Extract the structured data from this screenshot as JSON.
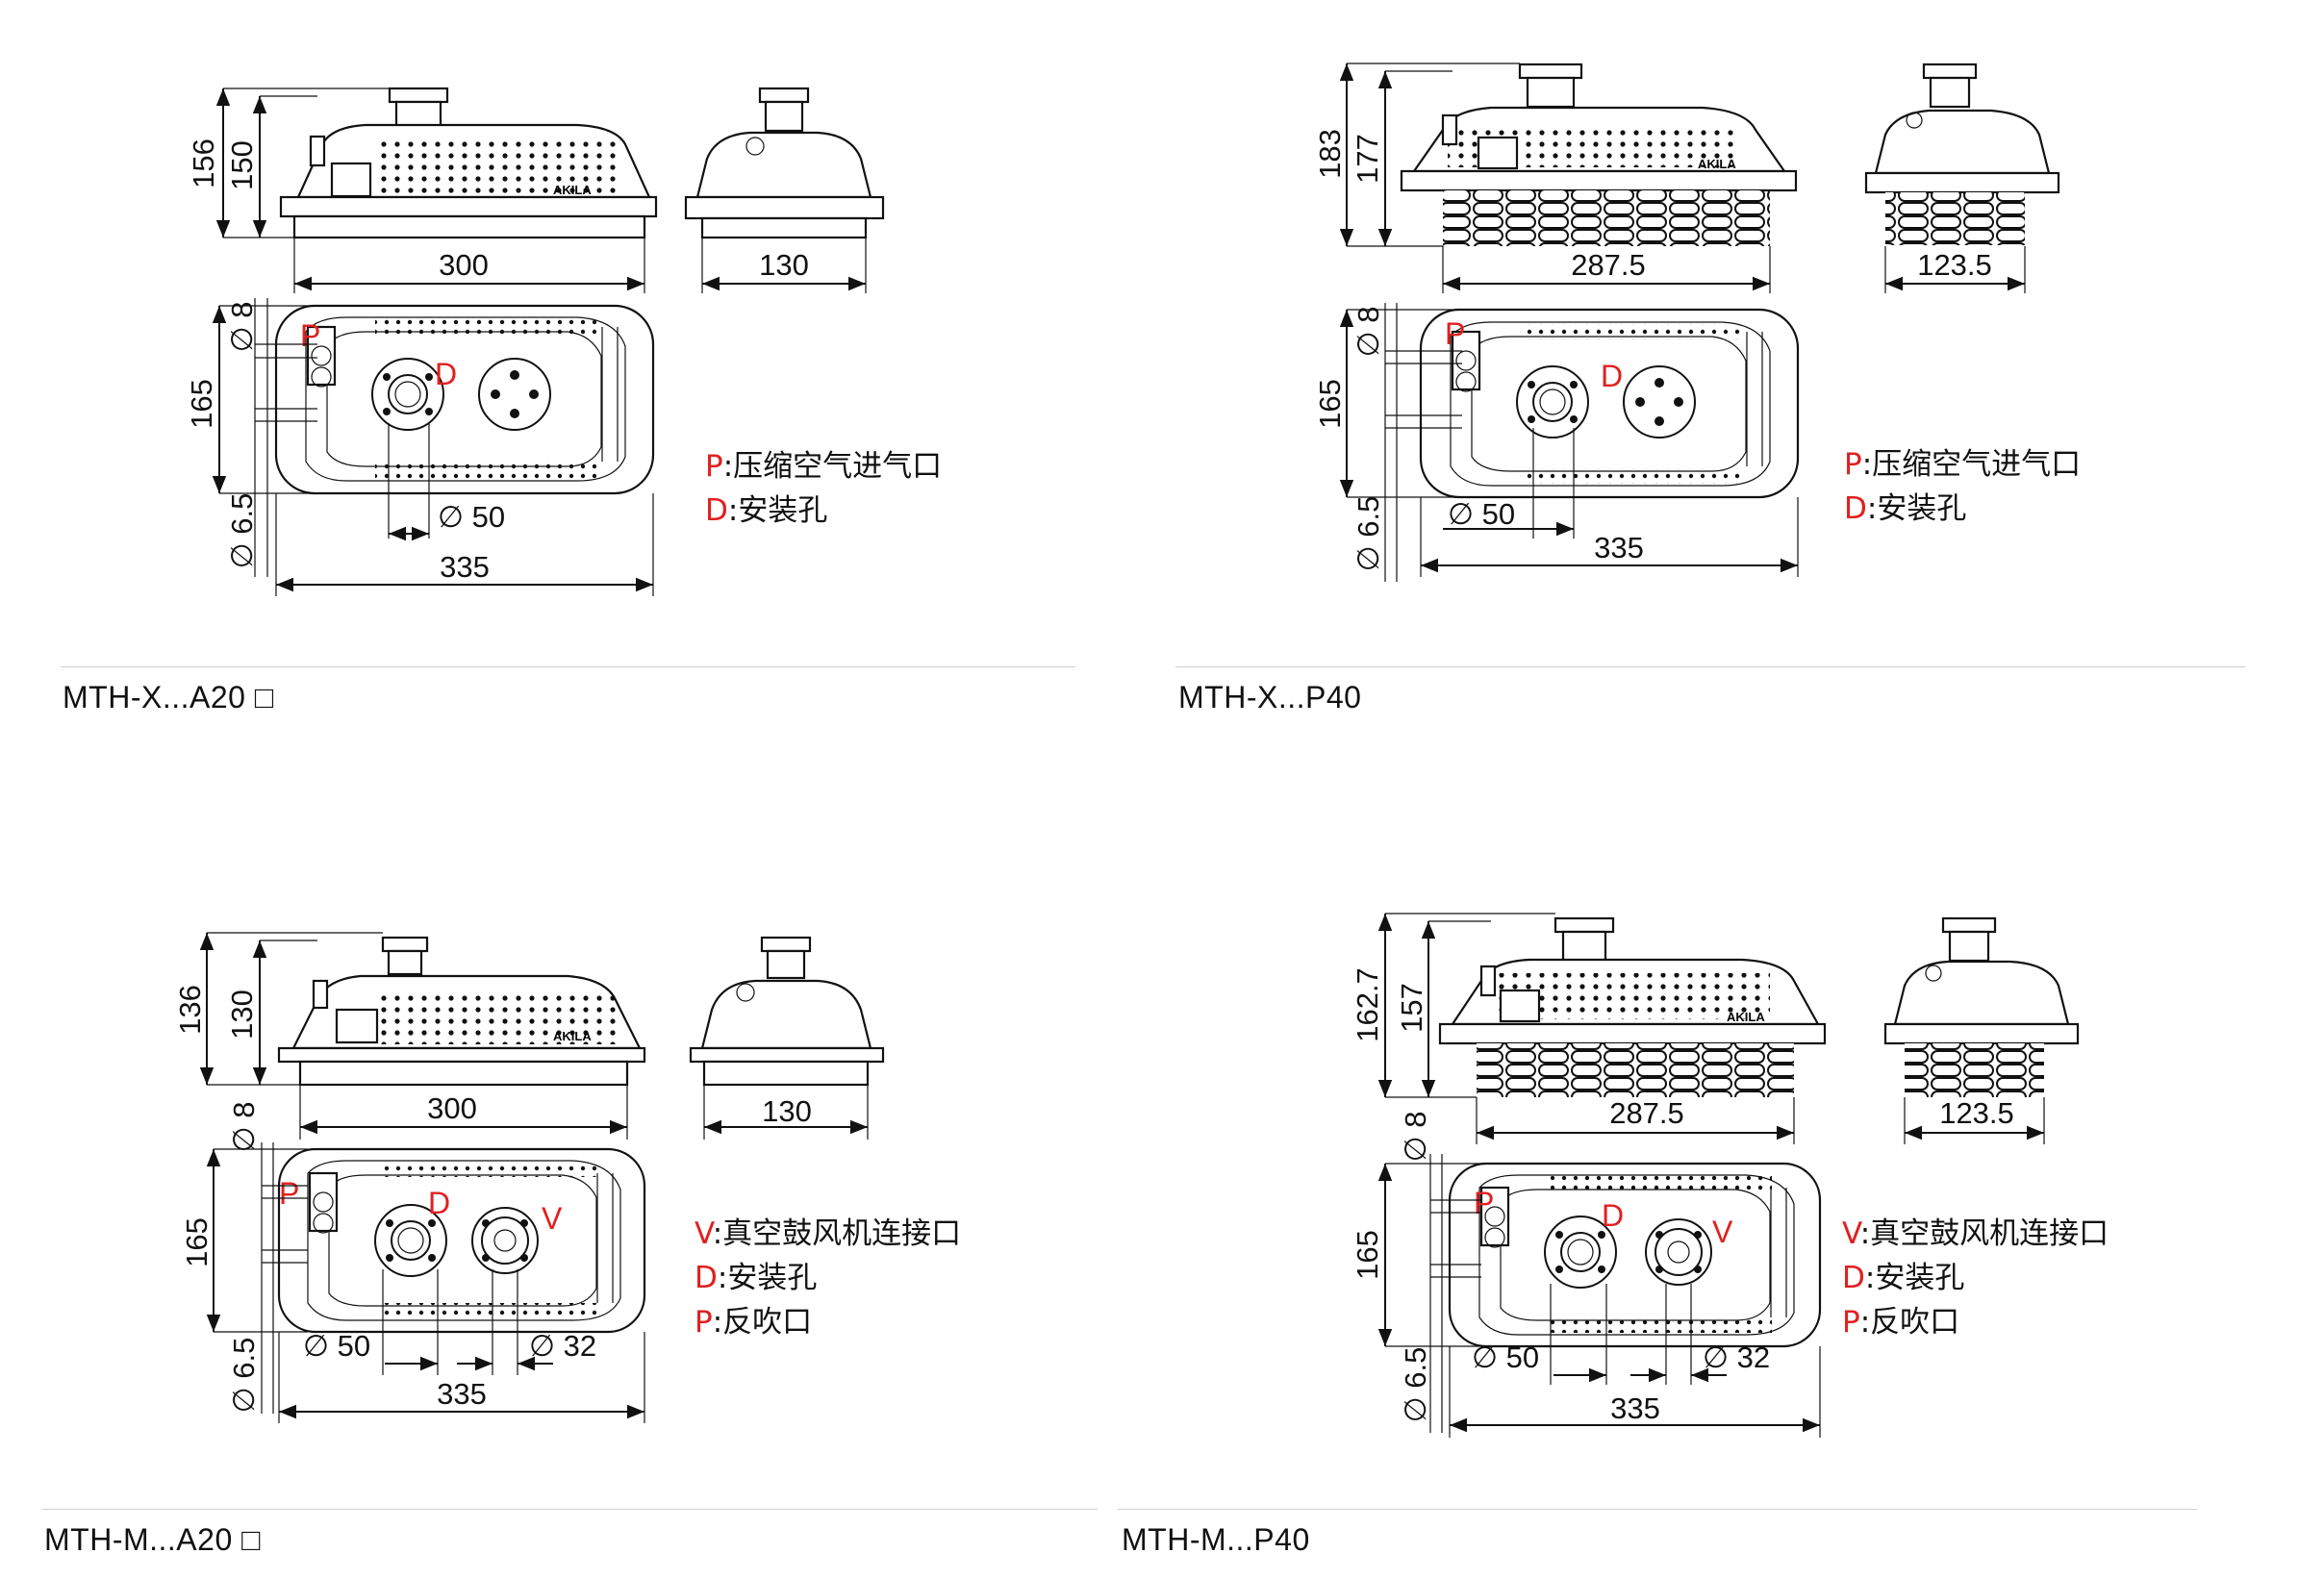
{
  "panels": [
    {
      "caption": "MTH-X...A20 □",
      "dims": {
        "h_total": "156",
        "h_body": "150",
        "w_top": "300",
        "w_side": "130",
        "d_top": "∅ 8",
        "h_plan": "165",
        "d_bottom": "∅ 6.5",
        "d_port": "∅ 50",
        "w_plan": "335"
      },
      "labels": {
        "p": "P",
        "d": "D"
      },
      "legend": [
        {
          "key": "P",
          "text": ":压缩空气进气口"
        },
        {
          "key": "D",
          "text": ":安装孔"
        }
      ]
    },
    {
      "caption": "MTH-X...P40",
      "dims": {
        "h_total": "183",
        "h_body": "177",
        "w_top": "287.5",
        "w_side": "123.5",
        "d_top": "∅ 8",
        "h_plan": "165",
        "d_bottom": "∅ 6.5",
        "d_port": "∅ 50",
        "w_plan": "335"
      },
      "labels": {
        "p": "P",
        "d": "D"
      },
      "legend": [
        {
          "key": "P",
          "text": ":压缩空气进气口"
        },
        {
          "key": "D",
          "text": ":安装孔"
        }
      ]
    },
    {
      "caption": "MTH-M...A20 □",
      "dims": {
        "h_total": "136",
        "h_body": "130",
        "w_top": "300",
        "w_side": "130",
        "d_top": "∅ 8",
        "h_plan": "165",
        "d_bottom": "∅ 6.5",
        "d_port": "∅ 50",
        "d_port2": "∅ 32",
        "w_plan": "335"
      },
      "labels": {
        "p": "P",
        "d": "D",
        "v": "V"
      },
      "legend": [
        {
          "key": "V",
          "text": ":真空鼓风机连接口"
        },
        {
          "key": "D",
          "text": ":安装孔"
        },
        {
          "key": "P",
          "text": ":反吹口"
        }
      ]
    },
    {
      "caption": "MTH-M...P40",
      "dims": {
        "h_total": "162.7",
        "h_body": "157",
        "w_top": "287.5",
        "w_side": "123.5",
        "d_top": "∅ 8",
        "h_plan": "165",
        "d_bottom": "∅ 6.5",
        "d_port": "∅ 50",
        "d_port2": "∅ 32",
        "w_plan": "335"
      },
      "labels": {
        "p": "P",
        "d": "D",
        "v": "V"
      },
      "legend": [
        {
          "key": "V",
          "text": ":真空鼓风机连接口"
        },
        {
          "key": "D",
          "text": ":安装孔"
        },
        {
          "key": "P",
          "text": ":反吹口"
        }
      ]
    }
  ],
  "brand": "AKILA"
}
